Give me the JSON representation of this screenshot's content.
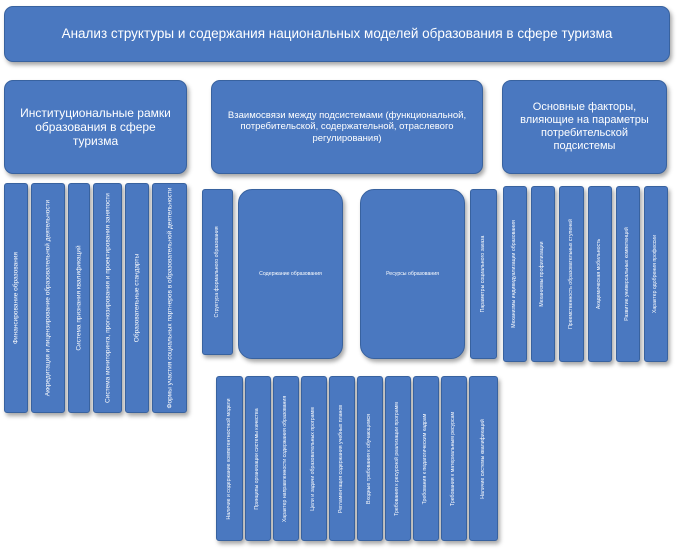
{
  "title": "Анализ структуры и содержания национальных моделей образования в сфере туризма",
  "sections": [
    {
      "heading": "Институциональные рамки образования в сфере туризма",
      "items": [
        "Финансирование образования",
        "Аккредитация и лицензирование образовательной деятельности",
        "Система признания квалификаций",
        "Система мониторинга, прогнозирования и проектирования занятости",
        "Образовательные стандарты",
        "Формы участия социальных партнеров в образовательной деятельности"
      ]
    },
    {
      "heading": "Взаимосвязи между подсистемами (функциональной, потребительской, содержательной, отраслевого регулирования)",
      "left_item": "Структура формального образования",
      "big_boxes": [
        "Содержание образования",
        "Ресурсы образования"
      ],
      "right_item": "Параметры социального заказа",
      "sub_items": [
        "Наличие и содержание компетентностной модели",
        "Принципы организации системы качества",
        "Характер направленности содержания образования",
        "Цели и задачи образовательных программ",
        "Регламентация содержания учебных планов",
        "Входные требования к обучающимся",
        "Требования к ресурсной реализации программ",
        "Требования к педагогическим кадрам",
        "Требования к материальным ресурсам",
        "Наличие системы квалификаций"
      ]
    },
    {
      "heading": "Основные факторы, влияющие на параметры потребительской подсистемы",
      "items": [
        "Механизмы индивидуализации образования",
        "Механизмы профилизации",
        "Преемственность образовательных ступеней",
        "Академическая мобильность",
        "Развитие универсальных компетенций",
        "Характер одобрения профессии"
      ]
    }
  ],
  "colors": {
    "box_fill": "#4a78c0",
    "box_border": "#38629f",
    "text": "#ffffff",
    "background": "#ffffff"
  }
}
